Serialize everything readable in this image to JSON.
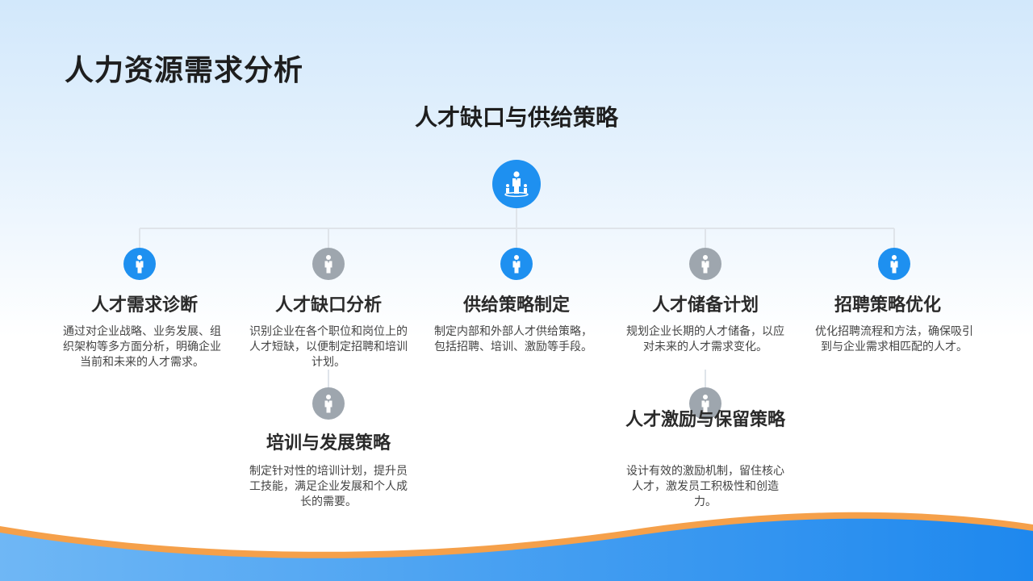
{
  "page": {
    "title": "人力资源需求分析",
    "subtitle": "人才缺口与供给策略"
  },
  "colors": {
    "accent": "#1e90f0",
    "muted_icon": "#9ea6ae",
    "wave_orange": "#f5a04a",
    "wave_blue": "#3a9cf2"
  },
  "root": {
    "icon": "person-network-icon"
  },
  "nodes": [
    {
      "title": "人才需求诊断",
      "desc": "通过对企业战略、业务发展、组织架构等多方面分析，明确企业当前和未来的人才需求。",
      "icon": "person-icon",
      "color": "blue"
    },
    {
      "title": "人才缺口分析",
      "desc": "识别企业在各个职位和岗位上的人才短缺，以便制定招聘和培训计划。",
      "icon": "person-icon",
      "color": "gray"
    },
    {
      "title": "供给策略制定",
      "desc": "制定内部和外部人才供给策略，包括招聘、培训、激励等手段。",
      "icon": "person-icon",
      "color": "blue"
    },
    {
      "title": "人才储备计划",
      "desc": "规划企业长期的人才储备，以应对未来的人才需求变化。",
      "icon": "person-icon",
      "color": "gray"
    },
    {
      "title": "招聘策略优化",
      "desc": "优化招聘流程和方法，确保吸引到与企业需求相匹配的人才。",
      "icon": "person-icon",
      "color": "blue"
    },
    {
      "title": "培训与发展策略",
      "desc": "制定针对性的培训计划，提升员工技能，满足企业发展和个人成长的需要。",
      "icon": "person-icon",
      "color": "gray"
    },
    {
      "title": "人才激励与保留策略",
      "desc": "设计有效的激励机制，留住核心人才，激发员工积极性和创造力。",
      "icon": "person-icon",
      "color": "gray"
    }
  ]
}
